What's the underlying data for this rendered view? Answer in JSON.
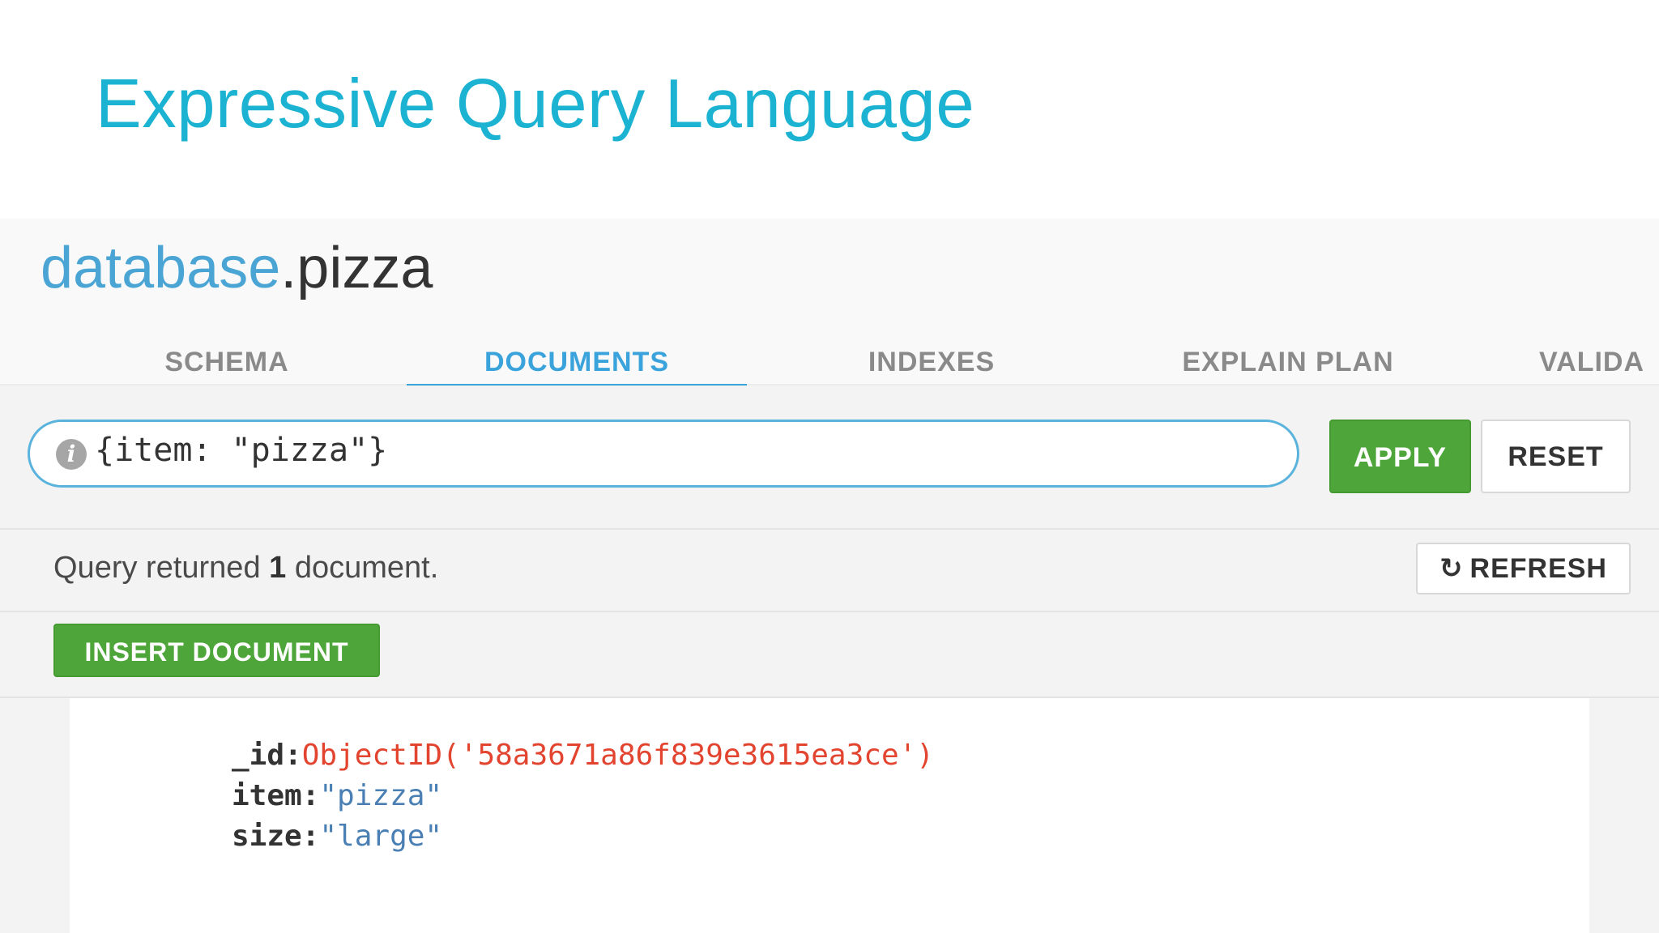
{
  "slide": {
    "title": "Expressive Query Language"
  },
  "namespace": {
    "database": "database",
    "dot": ".",
    "collection": "pizza"
  },
  "tabs": [
    {
      "label": "SCHEMA"
    },
    {
      "label": "DOCUMENTS"
    },
    {
      "label": "INDEXES"
    },
    {
      "label": "EXPLAIN PLAN"
    },
    {
      "label": "VALIDA"
    }
  ],
  "active_tab": "DOCUMENTS",
  "query": {
    "value": "{item: \"pizza\"}",
    "apply_label": "APPLY",
    "reset_label": "RESET"
  },
  "status": {
    "prefix": "Query returned ",
    "count": "1",
    "suffix": " document.",
    "refresh_label": "REFRESH"
  },
  "insert": {
    "label": "INSERT DOCUMENT"
  },
  "document": {
    "fields": [
      {
        "key": "_id:",
        "value": "ObjectID('58a3671a86f839e3615ea3ce')",
        "kind": "oid"
      },
      {
        "key": "item:",
        "value": "\"pizza\"",
        "kind": "string"
      },
      {
        "key": "size:",
        "value": "\"large\"",
        "kind": "string"
      }
    ]
  },
  "colors": {
    "title": "#1bb3d1",
    "accent_tab": "#3aa3dc",
    "green_button": "#4ea63a",
    "objectid": "#e2442f",
    "string_value": "#4a7fb4"
  },
  "icons": {
    "query_info": "info-icon",
    "refresh": "refresh-icon"
  }
}
